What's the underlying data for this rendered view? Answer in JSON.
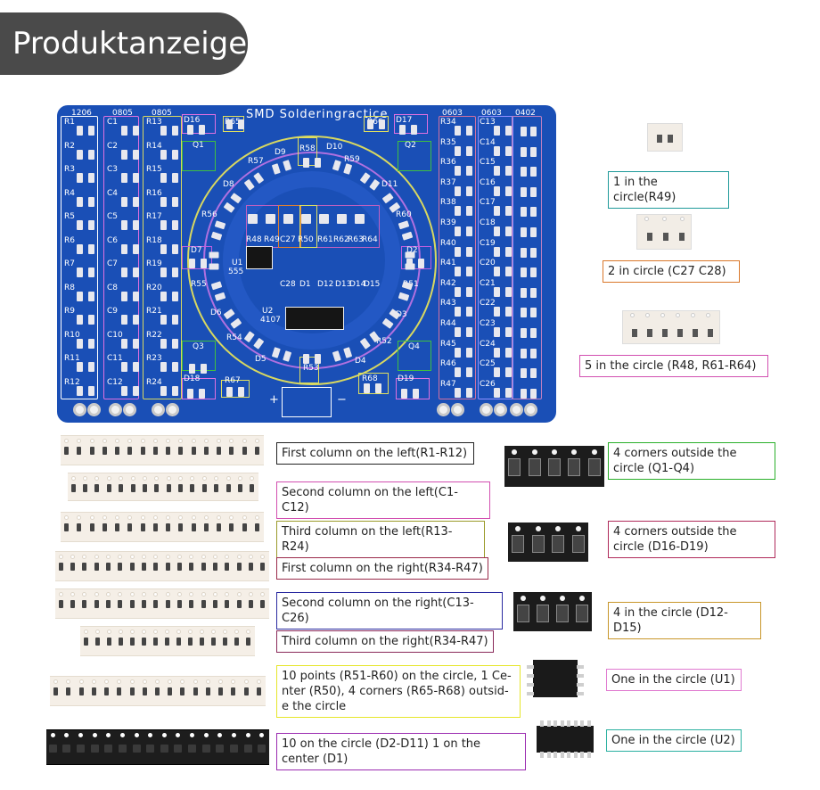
{
  "badge": "Produktanzeige",
  "pcb": {
    "title": "SMD Solderingractice",
    "headers": [
      "1206",
      "0805",
      "0805",
      "0603",
      "0603",
      "0402"
    ],
    "col1": [
      "R1",
      "R2",
      "R3",
      "R4",
      "R5",
      "R6",
      "R7",
      "R8",
      "R9",
      "R10",
      "R11",
      "R12"
    ],
    "col2": [
      "C1",
      "C2",
      "C3",
      "C4",
      "C5",
      "C6",
      "C7",
      "C8",
      "C9",
      "C10",
      "C11",
      "C12"
    ],
    "col3": [
      "R13",
      "R14",
      "R15",
      "R16",
      "R17",
      "R18",
      "R19",
      "R20",
      "R21",
      "R22",
      "R23",
      "R24"
    ],
    "col4": [
      "R34",
      "R35",
      "R36",
      "R37",
      "R38",
      "R39",
      "R40",
      "R41",
      "R42",
      "R43",
      "R44",
      "R45",
      "R46",
      "R47"
    ],
    "col5": [
      "C13",
      "C14",
      "C15",
      "C16",
      "C17",
      "C18",
      "C19",
      "C20",
      "C21",
      "C22",
      "C23",
      "C24",
      "C25",
      "C26"
    ],
    "ring_labels": [
      "D16",
      "R65",
      "D17",
      "R66",
      "R58",
      "D10",
      "R59",
      "R57",
      "D9",
      "D11",
      "D8",
      "R60",
      "R56",
      "D7",
      "D2",
      "R55",
      "R51",
      "D6",
      "D3",
      "R54",
      "R52",
      "D5",
      "D4",
      "R53",
      "Q1",
      "Q2",
      "Q3",
      "Q4",
      "D18",
      "R67",
      "R68",
      "D19"
    ],
    "center_labels": [
      "R48",
      "R49",
      "C27",
      "R50",
      "R61",
      "R62",
      "R63",
      "R64",
      "U1",
      "555",
      "C28",
      "D1",
      "D12",
      "D13",
      "D14",
      "D15",
      "U2",
      "4107"
    ],
    "colors": {
      "board": "#1a4fb6",
      "silk": "#ffffff",
      "pad": "#e8e8ee"
    }
  },
  "parts": [
    {
      "label": "1 in the circle(R49)",
      "color": "#1e9a9a"
    },
    {
      "label": "2 in circle (C27 C28)",
      "color": "#d9772a"
    },
    {
      "label": "5 in the circle (R48, R61-R64)",
      "color": "#d24fb0"
    },
    {
      "label": "First column on the left(R1-R12)",
      "color": "#222222"
    },
    {
      "label": "Second column on the left(C1-C12)",
      "color": "#d24fb0"
    },
    {
      "label": "Third column on the left(R13-R24)",
      "color": "#9a9a2a"
    },
    {
      "label": "First column on the right(R34-R47)",
      "color": "#9a2a4a"
    },
    {
      "label": "Second column on the right(C13-C26)",
      "color": "#2a2aa0"
    },
    {
      "label": "Third column on the right(R34-R47)",
      "color": "#8a2a5a"
    },
    {
      "label": "10 points (R51-R60) on the circle, 1 Ce-nter (R50), 4 corners (R65-R68) outsid-e the circle",
      "color": "#e6e62a"
    },
    {
      "label": "10 on the circle (D2-D11) 1 on the center (D1)",
      "color": "#9a2ab0"
    },
    {
      "label": "4 corners outside the circle (Q1-Q4)",
      "color": "#2ab02a"
    },
    {
      "label": "4 corners outside the circle (D16-D19)",
      "color": "#b02a5a"
    },
    {
      "label": "4 in the circle (D12-D15)",
      "color": "#c8962a"
    },
    {
      "label": "One in the circle (U1)",
      "color": "#e07ad0"
    },
    {
      "label": "One in the circle (U2)",
      "color": "#2ab0a0"
    }
  ]
}
